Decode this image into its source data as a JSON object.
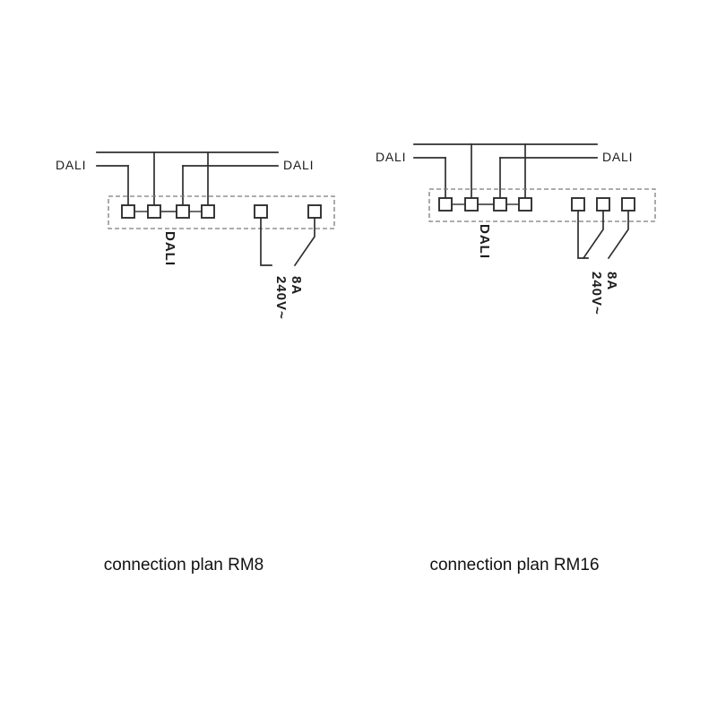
{
  "page": {
    "background": "#ffffff"
  },
  "colors": {
    "wire": "#2f2f2f",
    "text": "#1c1c1c",
    "dashed_border": "#7c7c7c"
  },
  "rm8": {
    "name": "RM8",
    "dali_left": "DALI",
    "dali_right": "DALI",
    "terminal_group_label": "DALI",
    "relay_rating_line1": "8A",
    "relay_rating_line2": "240V~",
    "dali_terminal_count": 4,
    "relay_terminal_count": 2,
    "caption": "connection plan RM8"
  },
  "rm16": {
    "name": "RM16",
    "dali_left": "DALI",
    "dali_right": "DALI",
    "terminal_group_label": "DALI",
    "relay_rating_line1": "8A",
    "relay_rating_line2": "240V~",
    "dali_terminal_count": 4,
    "relay_terminal_count": 3,
    "caption": "connection plan RM16"
  }
}
